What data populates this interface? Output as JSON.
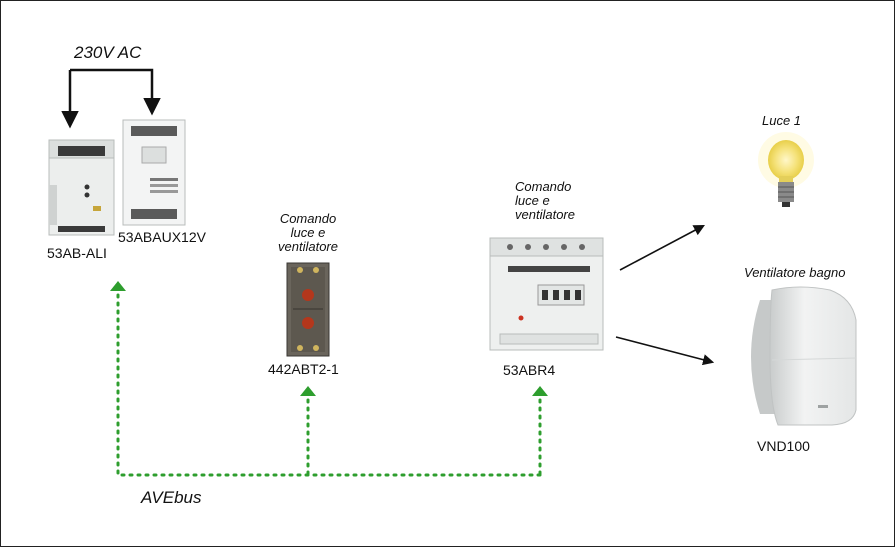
{
  "power": {
    "label": "230V AC"
  },
  "devices": {
    "ali": {
      "label": "53AB-ALI"
    },
    "aux": {
      "label": "53ABAUX12V"
    },
    "switch": {
      "caption": [
        "Comando",
        "luce e",
        "ventilatore"
      ],
      "label": "442ABT2-1"
    },
    "relay": {
      "caption": [
        "Comando",
        "luce e",
        "ventilatore"
      ],
      "label": "53ABR4"
    },
    "light": {
      "caption": "Luce 1"
    },
    "fan": {
      "caption": "Ventilatore bagno",
      "label": "VND100"
    }
  },
  "bus": {
    "label": "AVEbus",
    "color": "#2e9e2e"
  },
  "colors": {
    "arrow": "#111111",
    "bus": "#2e9e2e",
    "module": "#eef0ef",
    "switch": "#5f5a52"
  }
}
